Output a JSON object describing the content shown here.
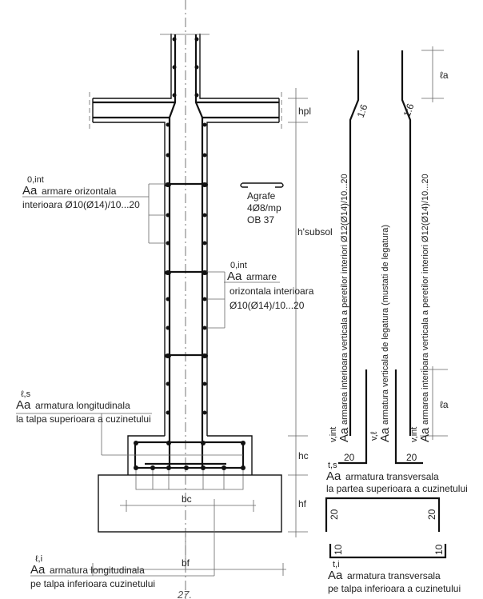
{
  "labels": {
    "orizontala1": {
      "sup": "0,int",
      "main": "Aa",
      "line1": "armare orizontala",
      "line2": "interioara Ø10(Ø14)/10...20"
    },
    "orizontala2": {
      "sup": "0,int",
      "main": "Aa",
      "line1": "armare",
      "line2": "orizontala interioara",
      "line3": "Ø10(Ø14)/10...20"
    },
    "agrafe": {
      "line1": "Agrafe",
      "line2": "4Ø8/mp",
      "line3": "OB 37"
    },
    "long_sup": {
      "sup": "ℓ,s",
      "main": "Aa",
      "line1": "armatura longitudinala",
      "line2": "la talpa superioara a cuzinetului"
    },
    "long_inf": {
      "sup": "ℓ,i",
      "main": "Aa",
      "line1": "armatura longitudinala",
      "line2": "pe talpa inferioara cuzinetului"
    },
    "vert_int_1": {
      "sup": "v,int",
      "main": "Aa",
      "text": "armarea interioara verticala a peretilor interiori  Ø12(Ø14)/10...20"
    },
    "vert_leg": {
      "sup": "v,ℓ",
      "main": "Aa",
      "text": "armatura verticala de legatura (mustati de legatura)"
    },
    "vert_int_2": {
      "sup": "v,int",
      "main": "Aa",
      "text": "armarea interioara verticala a peretilor interiori  Ø12(Ø14)/10...20"
    },
    "trans_sup": {
      "sup": "t,s",
      "main": "Aa",
      "line1": "armatura transversala",
      "line2": "la partea superioara a cuzinetului"
    },
    "trans_inf": {
      "sup": "t,i",
      "main": "Aa",
      "line1": "armatura transversala",
      "line2": "pe talpa inferioara a cuzinetului"
    }
  },
  "dimensions": {
    "hpl": "hpl",
    "hsubsol": "h'subsol",
    "hc": "hc",
    "hf": "hf",
    "bc": "bc",
    "bf": "bf",
    "la_top": "ℓa",
    "la_bottom": "ℓa",
    "slope_left": "1:6",
    "slope_right": "1:6",
    "hook_left": "20",
    "hook_right": "20",
    "trans_sup_left": "20",
    "trans_sup_right": "20",
    "trans_inf_left": "10",
    "trans_inf_right": "10"
  },
  "page_number": "27."
}
